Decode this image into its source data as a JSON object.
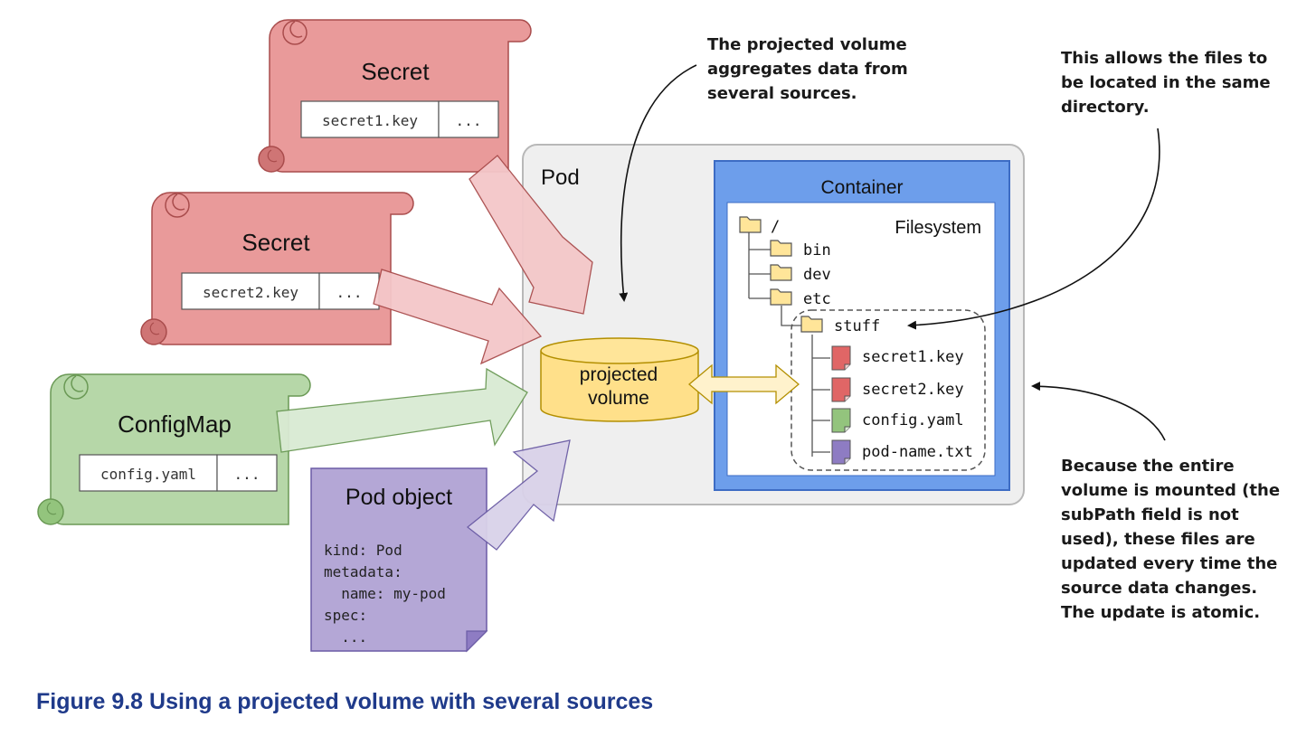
{
  "sources": {
    "secret1": {
      "title": "Secret",
      "key": "secret1.key",
      "more": "..."
    },
    "secret2": {
      "title": "Secret",
      "key": "secret2.key",
      "more": "..."
    },
    "configmap": {
      "title": "ConfigMap",
      "key": "config.yaml",
      "more": "..."
    },
    "pod_object": {
      "title": "Pod object",
      "lines": [
        "kind: Pod",
        "metadata:",
        "  name: my-pod",
        "spec:",
        "  ..."
      ]
    }
  },
  "pod": {
    "label": "Pod"
  },
  "projected_volume": {
    "line1": "projected",
    "line2": "volume"
  },
  "container": {
    "label": "Container",
    "filesystem": {
      "label": "Filesystem",
      "root": "/",
      "dirs": [
        "bin",
        "dev",
        "etc"
      ],
      "subdir": "stuff",
      "files": [
        "secret1.key",
        "secret2.key",
        "config.yaml",
        "pod-name.txt"
      ]
    }
  },
  "annotations": {
    "aggregates": [
      "The projected volume",
      "aggregates data from",
      "several sources."
    ],
    "same_dir": [
      "This allows the files to",
      "be located in the same",
      "directory."
    ],
    "atomic": [
      "Because the entire",
      "volume is mounted (the",
      "subPath field is not",
      "used), these files are",
      "updated every time the",
      "source data changes.",
      "The update is atomic."
    ]
  },
  "caption": "Figure 9.8 Using a projected volume with several sources",
  "colors": {
    "secret": "#e99a9a",
    "configmap": "#b6d7a8",
    "pod_object": "#b4a7d6",
    "volume": "#ffe08a",
    "container": "#6d9eeb",
    "pod_bg": "#efefef",
    "caption": "#1f3a8a"
  }
}
